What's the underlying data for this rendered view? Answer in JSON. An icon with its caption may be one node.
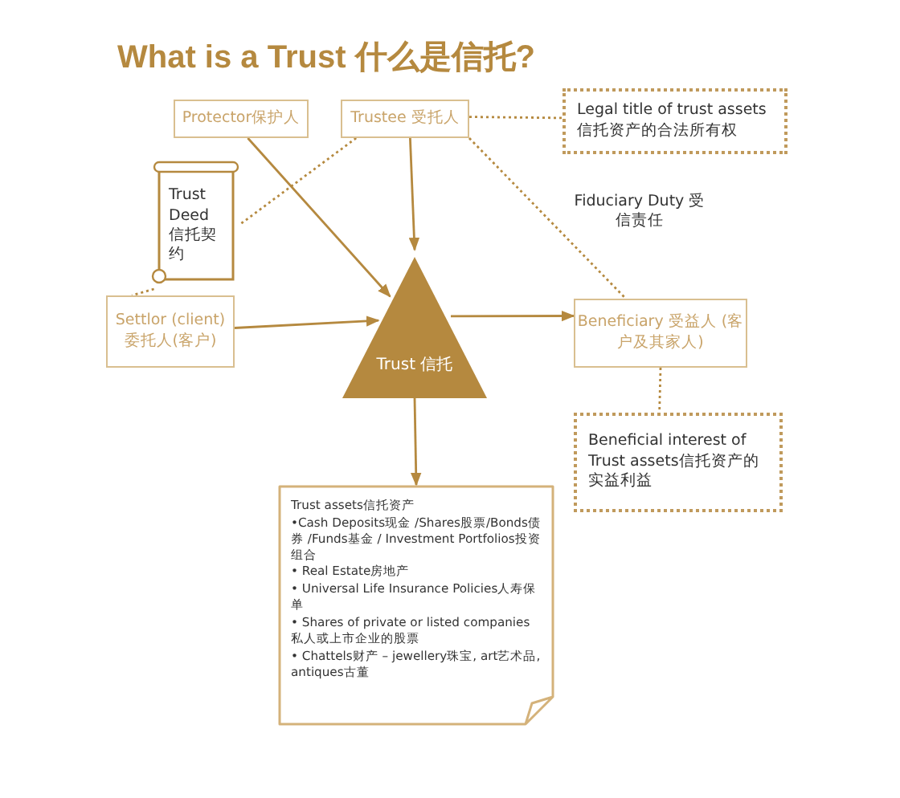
{
  "diagram": {
    "title": "What is a Trust 什么是信托?",
    "nodes": [
      {
        "text": [
          "Protector保护人"
        ]
      },
      {
        "text": [
          "Trustee 受托人"
        ]
      },
      {
        "text": [
          "Legal title of trust assets 信托资产的合法所有权"
        ]
      },
      {
        "text": [
          "Trust Deed 信托契约"
        ]
      },
      {
        "text": [
          "Settlor (client) 委托人(客户)"
        ]
      },
      {
        "text": [
          "Trust 信托"
        ]
      },
      {
        "text": [
          "Beneficiary 受益人 (客户及其家人)"
        ]
      },
      {
        "text": [
          "Beneficial interest of Trust assets信托资产的实益利益"
        ]
      },
      {
        "text": [
          "Trust assets信托资产",
          "•Cash Deposits现金 /Shares股票/Bonds债券 /Funds基金 / Investment Portfolios投资组合",
          "• Real Estate房地产",
          "• Universal Life Insurance Policies人寿保单",
          "• Shares of private or listed companies私人或上市企业的股票",
          "• Chattels财产 – jewellery珠宝, art艺术品, antiques古董"
        ]
      }
    ],
    "edges": [
      {
        "from": 0,
        "to": 5,
        "arrow": "to"
      },
      {
        "from": 1,
        "to": 3,
        "arrow": "none",
        "style": "dashed"
      },
      {
        "from": 1,
        "to": 2,
        "arrow": "none",
        "style": "dashed"
      },
      {
        "from": 1,
        "to": 5,
        "arrow": "to"
      },
      {
        "from": 1,
        "to": 6,
        "arrow": "none",
        "style": "dashed",
        "label": "Fiduciary Duty 受信责任"
      },
      {
        "from": 3,
        "to": 4,
        "arrow": "none",
        "style": "dashed"
      },
      {
        "from": 4,
        "to": 5,
        "arrow": "to"
      },
      {
        "from": 5,
        "to": 6,
        "arrow": "to"
      },
      {
        "from": 6,
        "to": 7,
        "arrow": "none",
        "style": "dashed"
      },
      {
        "from": 5,
        "to": 8,
        "arrow": "to"
      }
    ]
  }
}
